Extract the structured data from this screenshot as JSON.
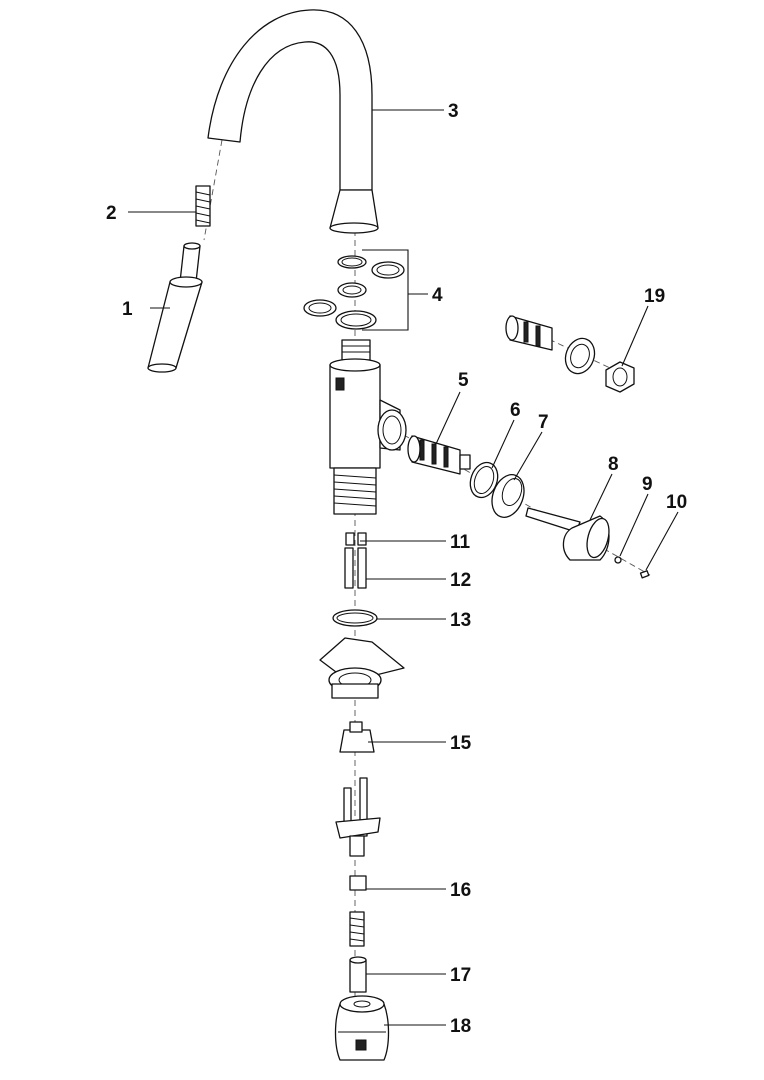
{
  "callouts": [
    {
      "id": "1",
      "label": "1"
    },
    {
      "id": "2",
      "label": "2"
    },
    {
      "id": "3",
      "label": "3"
    },
    {
      "id": "4",
      "label": "4"
    },
    {
      "id": "5",
      "label": "5"
    },
    {
      "id": "6",
      "label": "6"
    },
    {
      "id": "7",
      "label": "7"
    },
    {
      "id": "8",
      "label": "8"
    },
    {
      "id": "9",
      "label": "9"
    },
    {
      "id": "10",
      "label": "10"
    },
    {
      "id": "11",
      "label": "11"
    },
    {
      "id": "12",
      "label": "12"
    },
    {
      "id": "13",
      "label": "13"
    },
    {
      "id": "15",
      "label": "15"
    },
    {
      "id": "16",
      "label": "16"
    },
    {
      "id": "17",
      "label": "17"
    },
    {
      "id": "18",
      "label": "18"
    },
    {
      "id": "19",
      "label": "19"
    }
  ],
  "colors": {
    "line": "#111111",
    "background": "#ffffff"
  }
}
